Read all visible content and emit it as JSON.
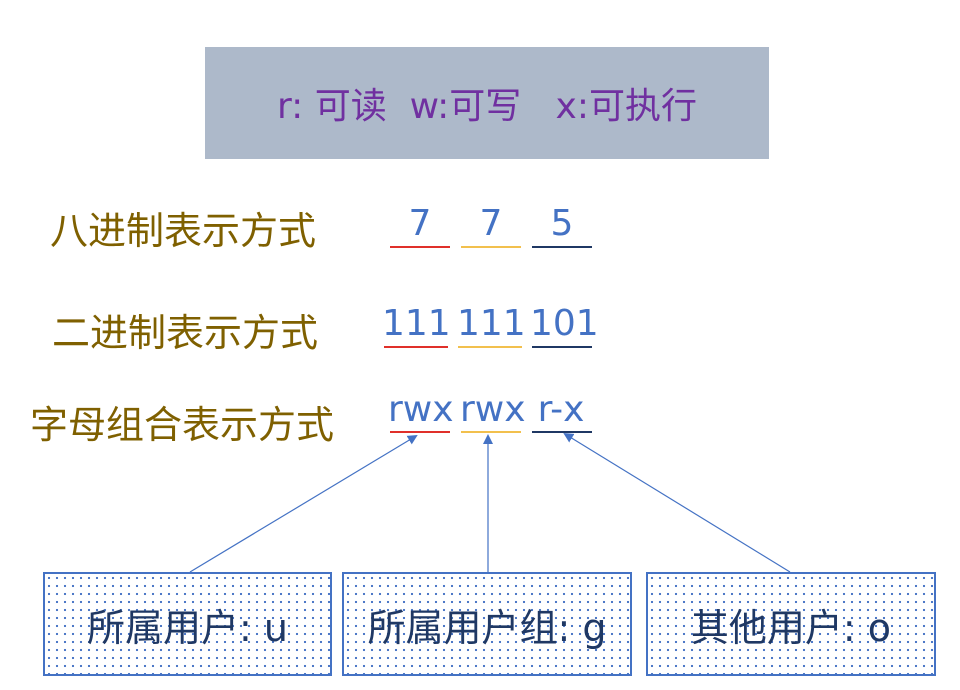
{
  "legend": {
    "text": "r: 可读  w:可写   x:可执行"
  },
  "rows": {
    "octal": {
      "label": "八进制表示方式",
      "values": [
        "7",
        "7",
        "5"
      ]
    },
    "binary": {
      "label": "二进制表示方式",
      "values": [
        "111",
        "111",
        "101"
      ]
    },
    "letters": {
      "label": "字母组合表示方式",
      "values": [
        "rwx",
        "rwx",
        "r-x"
      ]
    }
  },
  "owners": {
    "user": "所属用户: u",
    "group": "所属用户组: g",
    "other": "其他用户: o"
  },
  "colors": {
    "user_underline": "#e0302a",
    "group_underline": "#f2c04d",
    "other_underline": "#1f3864",
    "value_text": "#4472c4",
    "label_text": "#7f6000",
    "legend_text": "#7030a0",
    "legend_bg": "#adb9ca"
  }
}
